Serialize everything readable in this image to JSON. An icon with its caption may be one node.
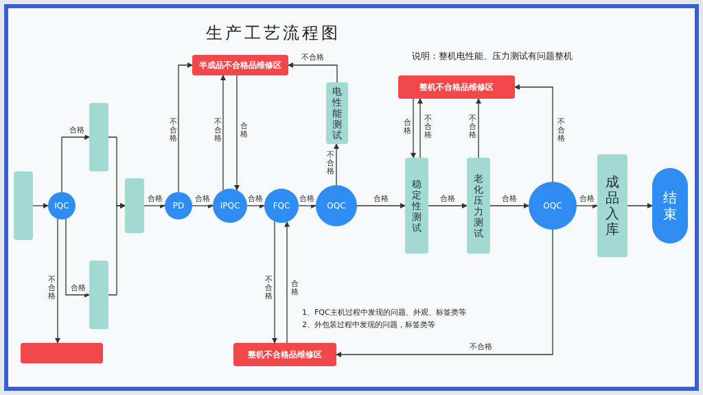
{
  "diagram": {
    "title": "生产工艺流程图",
    "nodes": [
      {
        "text": [],
        "shape": "box"
      },
      {
        "text": [
          "IQC"
        ]
      },
      {
        "text": [],
        "shape": "box"
      },
      {
        "text": [],
        "shape": "box"
      },
      {
        "text": [],
        "shape": "box"
      },
      {
        "text": [],
        "shape": "box"
      },
      {
        "text": [
          "PD"
        ]
      },
      {
        "text": [
          "IPQC"
        ]
      },
      {
        "text": [
          "FQC"
        ]
      },
      {
        "text": [
          "OQC"
        ]
      },
      {
        "text": [
          "电性能测试"
        ]
      },
      {
        "text": [
          "半成品不合格品维修区"
        ]
      },
      {
        "text": [
          "稳定性测试"
        ]
      },
      {
        "text": [
          "整机不合格品维修区"
        ]
      },
      {
        "text": [
          "老化压力测试"
        ]
      },
      {
        "text": [
          "OQC"
        ]
      },
      {
        "text": [
          "成品入库"
        ]
      },
      {
        "text": [
          "结束"
        ]
      },
      {
        "text": [
          "整机不合格品维修区"
        ]
      }
    ],
    "edges": [
      {
        "from": 0,
        "to": 1,
        "arrow": "to"
      },
      {
        "from": 1,
        "to": 2,
        "arrow": "to",
        "label": "合格"
      },
      {
        "from": 1,
        "to": 3,
        "arrow": "to",
        "label": "合格"
      },
      {
        "from": 1,
        "to": 4,
        "arrow": "to",
        "label": "不合格"
      },
      {
        "from": 2,
        "to": 5,
        "arrow": "to"
      },
      {
        "from": 3,
        "to": 5,
        "arrow": "to"
      },
      {
        "from": 5,
        "to": 6,
        "arrow": "to",
        "label": "合格"
      },
      {
        "from": 6,
        "to": 7,
        "arrow": "to",
        "label": "合格"
      },
      {
        "from": 6,
        "to": 11,
        "arrow": "to",
        "label": "不合格"
      },
      {
        "from": 7,
        "to": 11,
        "arrow": "to",
        "label": "不合格"
      },
      {
        "from": 11,
        "to": 7,
        "arrow": "to",
        "label": "合格"
      },
      {
        "from": 7,
        "to": 8,
        "arrow": "to",
        "label": "合格"
      },
      {
        "from": 8,
        "to": 9,
        "arrow": "to",
        "label": "合格"
      },
      {
        "from": 9,
        "to": 10,
        "arrow": "to",
        "label": "不合格"
      },
      {
        "from": 10,
        "to": 11,
        "arrow": "to",
        "label": "不合格"
      },
      {
        "from": 9,
        "to": 12,
        "arrow": "to",
        "label": "合格"
      },
      {
        "from": 12,
        "to": 13,
        "arrow": "to",
        "label": "不合格"
      },
      {
        "from": 13,
        "to": 12,
        "arrow": "to",
        "label": "合格"
      },
      {
        "from": 12,
        "to": 14,
        "arrow": "to",
        "label": "合格"
      },
      {
        "from": 14,
        "to": 13,
        "arrow": "to",
        "label": "不合格"
      },
      {
        "from": 14,
        "to": 15,
        "arrow": "to",
        "label": "合格"
      },
      {
        "from": 15,
        "to": 13,
        "arrow": "to",
        "label": "不合格"
      },
      {
        "from": 15,
        "to": 16,
        "arrow": "to",
        "label": "合格"
      },
      {
        "from": 16,
        "to": 17,
        "arrow": "to"
      },
      {
        "from": 8,
        "to": 18,
        "arrow": "to",
        "label": "不合格"
      },
      {
        "from": 18,
        "to": 8,
        "arrow": "to",
        "label": "合格"
      },
      {
        "from": 15,
        "to": 18,
        "arrow": "to",
        "label": "不合格"
      }
    ],
    "labels": [
      "说明：整机电性能、压力测试有问题整机",
      "1、FQC主机过程中发现的问题、外观、标签类等",
      "2、外包装过程中发现的问题，标签类等"
    ]
  }
}
